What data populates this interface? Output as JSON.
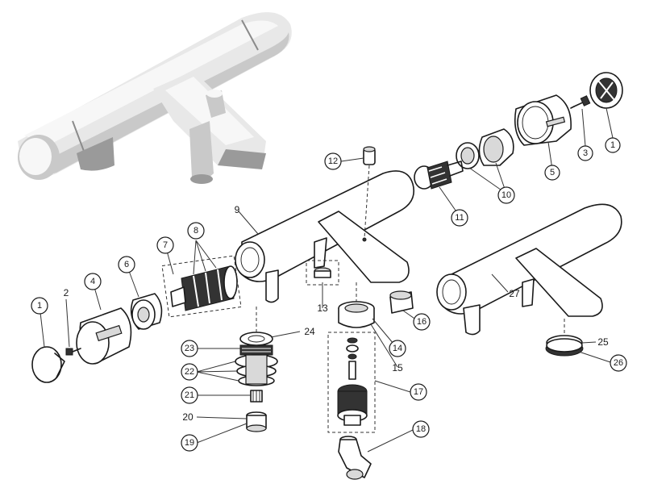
{
  "callouts": [
    {
      "id": "c1a",
      "text": "1"
    },
    {
      "id": "c1b",
      "text": "1"
    },
    {
      "id": "c2",
      "text": "2"
    },
    {
      "id": "c3",
      "text": "3"
    },
    {
      "id": "c4",
      "text": "4"
    },
    {
      "id": "c5",
      "text": "5"
    },
    {
      "id": "c6",
      "text": "6"
    },
    {
      "id": "c7",
      "text": "7"
    },
    {
      "id": "c8",
      "text": "8"
    },
    {
      "id": "c9",
      "text": "9"
    },
    {
      "id": "c10",
      "text": "10"
    },
    {
      "id": "c11",
      "text": "11"
    },
    {
      "id": "c12",
      "text": "12"
    },
    {
      "id": "c13",
      "text": "13"
    },
    {
      "id": "c14",
      "text": "14"
    },
    {
      "id": "c15",
      "text": "15"
    },
    {
      "id": "c16",
      "text": "16"
    },
    {
      "id": "c17",
      "text": "17"
    },
    {
      "id": "c18",
      "text": "18"
    },
    {
      "id": "c19",
      "text": "19"
    },
    {
      "id": "c20",
      "text": "20"
    },
    {
      "id": "c21",
      "text": "21"
    },
    {
      "id": "c22",
      "text": "22"
    },
    {
      "id": "c23",
      "text": "23"
    },
    {
      "id": "c24",
      "text": "24"
    },
    {
      "id": "c25",
      "text": "25"
    },
    {
      "id": "c26",
      "text": "26"
    },
    {
      "id": "c27",
      "text": "27"
    }
  ]
}
